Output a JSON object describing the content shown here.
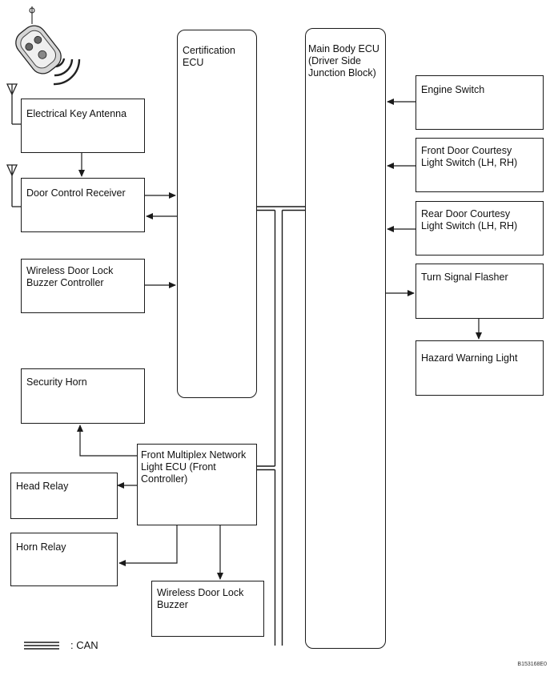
{
  "blocks": {
    "certification_ecu": "Certification\nECU",
    "main_body_ecu": "Main Body ECU\n(Driver Side\nJunction Block)",
    "electrical_key_antenna": "Electrical Key Antenna",
    "door_control_receiver": "Door Control Receiver",
    "wireless_door_lock_buzzer_controller": "Wireless Door Lock\nBuzzer Controller",
    "security_horn": "Security Horn",
    "front_multiplex_network_light_ecu": "Front Multiplex Network\nLight ECU (Front\nController)",
    "head_relay": "Head Relay",
    "horn_relay": "Horn Relay",
    "wireless_door_lock_buzzer": "Wireless Door Lock\nBuzzer",
    "engine_switch": "Engine Switch",
    "front_door_courtesy_light_switch": "Front Door Courtesy\nLight Switch (LH, RH)",
    "rear_door_courtesy_light_switch": "Rear Door Courtesy\nLight Switch (LH, RH)",
    "turn_signal_flasher": "Turn Signal Flasher",
    "hazard_warning_light": "Hazard Warning Light"
  },
  "legend": {
    "can_label": ": CAN"
  },
  "figure_code": "B153168E0",
  "colors": {
    "line": "#1a1a1a",
    "background": "#ffffff"
  }
}
